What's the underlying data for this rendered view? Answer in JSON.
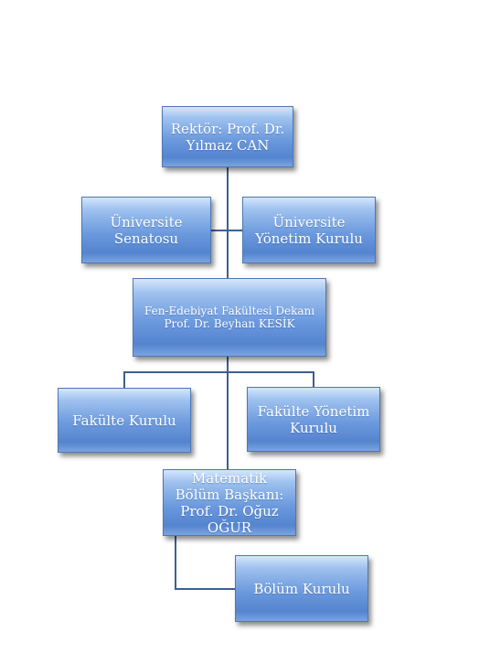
{
  "diagram": {
    "nodes": {
      "rektor": "Rektör: Prof. Dr. Yılmaz CAN",
      "senato": "Üniversite Senatosu",
      "yonetim": "Üniversite Yönetim Kurulu",
      "dekan": "Fen-Edebiyat Fakültesi Dekanı Prof. Dr. Beyhan KESİK",
      "fakulte_kurulu": "Fakülte Kurulu",
      "fakulte_yonetim": "Fakülte Yönetim Kurulu",
      "bolum_baskani": "Matematik Bölüm Başkanı: Prof. Dr. Oğuz OĞUR",
      "bolum_kurulu": "Bölüm Kurulu"
    },
    "connector_color": "#3d5f8f",
    "node_color": "#6c9ade"
  }
}
